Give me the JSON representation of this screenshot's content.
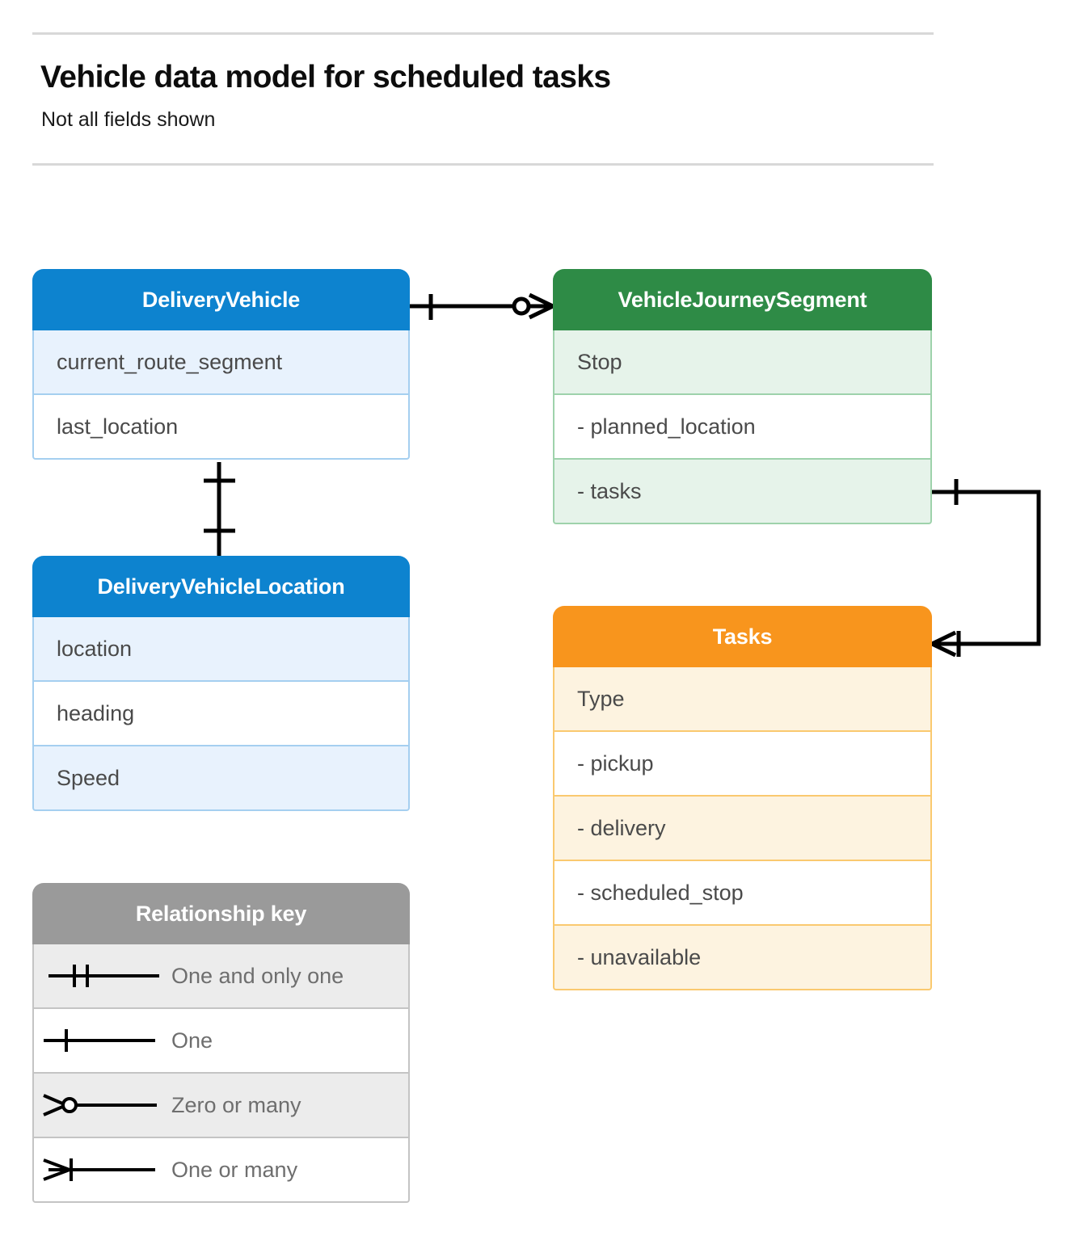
{
  "header": {
    "title": "Vehicle data model for scheduled tasks",
    "subtitle": "Not all fields shown"
  },
  "colors": {
    "blue": "#0d83cf",
    "blue_row": "#e8f2fd",
    "blue_border": "#a5cff0",
    "green": "#2e8b46",
    "green_row": "#e6f3ea",
    "green_border": "#9ed2ab",
    "orange": "#f8951d",
    "orange_row": "#fdf3e0",
    "orange_border": "#fac96f",
    "gray": "#9a9a9a",
    "gray_row": "#ececec",
    "gray_border": "#c4c4c4",
    "line": "#000000",
    "rule": "#d8d8d8"
  },
  "entities": [
    {
      "name": "DeliveryVehicle",
      "theme": "blue",
      "fields": [
        "current_route_segment",
        "last_location"
      ]
    },
    {
      "name": "DeliveryVehicleLocation",
      "theme": "blue",
      "fields": [
        "location",
        "heading",
        "Speed"
      ]
    },
    {
      "name": "VehicleJourneySegment",
      "theme": "green",
      "fields": [
        "Stop",
        "-  planned_location",
        "- tasks"
      ]
    },
    {
      "name": "Tasks",
      "theme": "orange",
      "fields": [
        "Type",
        "-  pickup",
        "-  delivery",
        "-  scheduled_stop",
        "-  unavailable"
      ]
    }
  ],
  "legend": {
    "title": "Relationship key",
    "items": [
      {
        "symbol": "one-and-only-one-symbol",
        "label": "One and only one"
      },
      {
        "symbol": "one-symbol",
        "label": "One"
      },
      {
        "symbol": "zero-or-many-symbol",
        "label": "Zero or many"
      },
      {
        "symbol": "one-or-many-symbol",
        "label": "One or many"
      }
    ]
  },
  "relationships": [
    {
      "from": "DeliveryVehicle",
      "to": "VehicleJourneySegment",
      "from_cardinality": "One",
      "to_cardinality": "Zero or many"
    },
    {
      "from": "DeliveryVehicle",
      "to": "DeliveryVehicleLocation",
      "from_cardinality": "One",
      "to_cardinality": "One"
    },
    {
      "from": "VehicleJourneySegment.tasks",
      "to": "Tasks",
      "from_cardinality": "One",
      "to_cardinality": "One or many"
    }
  ]
}
